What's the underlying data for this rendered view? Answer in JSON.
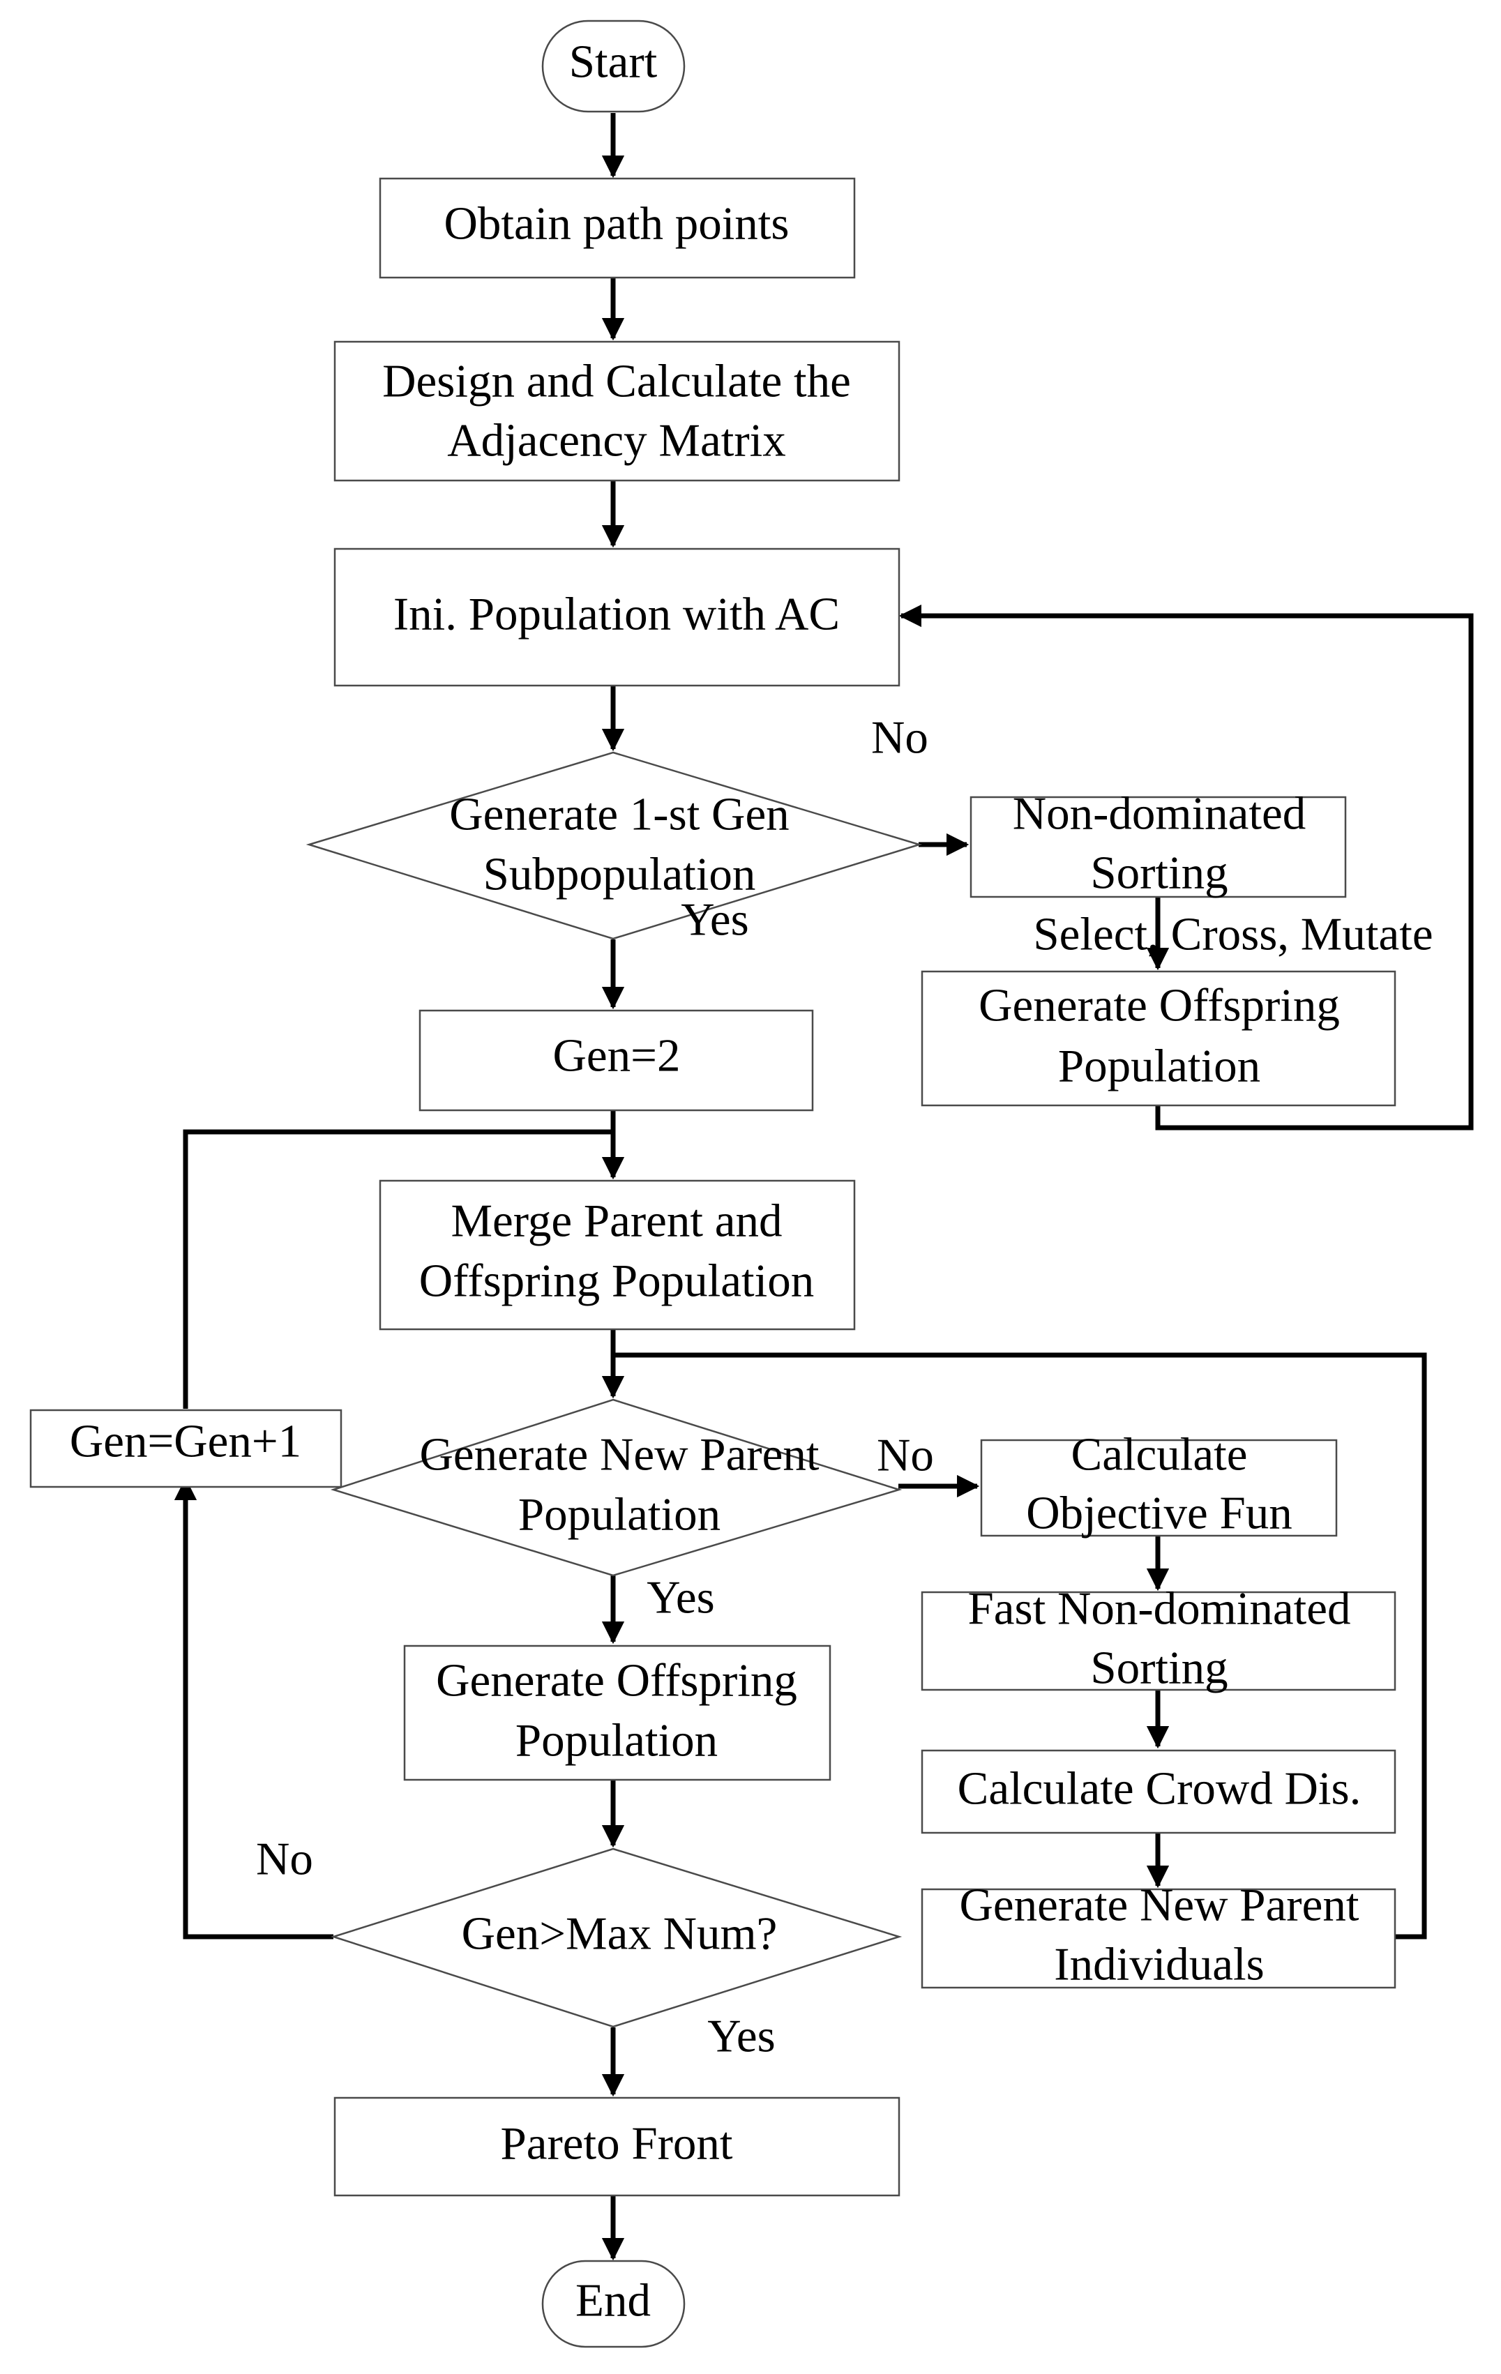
{
  "flowchart": {
    "nodes": {
      "start": "Start",
      "obtain": "Obtain path points",
      "design_1": "Design and Calculate the",
      "design_2": "Adjacency Matrix",
      "init": "Ini. Population with AC",
      "gen1_1": "Generate 1-st Gen",
      "gen1_2": "Subpopulation",
      "nds_1": "Non-dominated",
      "nds_2": "Sorting",
      "offspring_top_1": "Generate Offspring",
      "offspring_top_2": "Population",
      "gen2": "Gen=2",
      "merge_1": "Merge Parent and",
      "merge_2": "Offspring Population",
      "gen_inc": "Gen=Gen+1",
      "new_parent_1": "Generate New Parent",
      "new_parent_2": "Population",
      "calc_obj_1": "Calculate",
      "calc_obj_2": "Objective Fun",
      "fast_nds_1": "Fast Non-dominated",
      "fast_nds_2": "Sorting",
      "offspring_mid_1": "Generate Offspring",
      "offspring_mid_2": "Population",
      "crowd": "Calculate Crowd Dis.",
      "max_check": "Gen>Max Num?",
      "new_ind_1": "Generate New Parent",
      "new_ind_2": "Individuals",
      "pareto": "Pareto Front",
      "end": "End"
    },
    "edge_labels": {
      "no_gen1": "No",
      "yes_gen1": "Yes",
      "select_cross": "Select, Cross, Mutate",
      "no_new_parent": "No",
      "yes_new_parent": "Yes",
      "no_max": "No",
      "yes_max": "Yes"
    }
  }
}
